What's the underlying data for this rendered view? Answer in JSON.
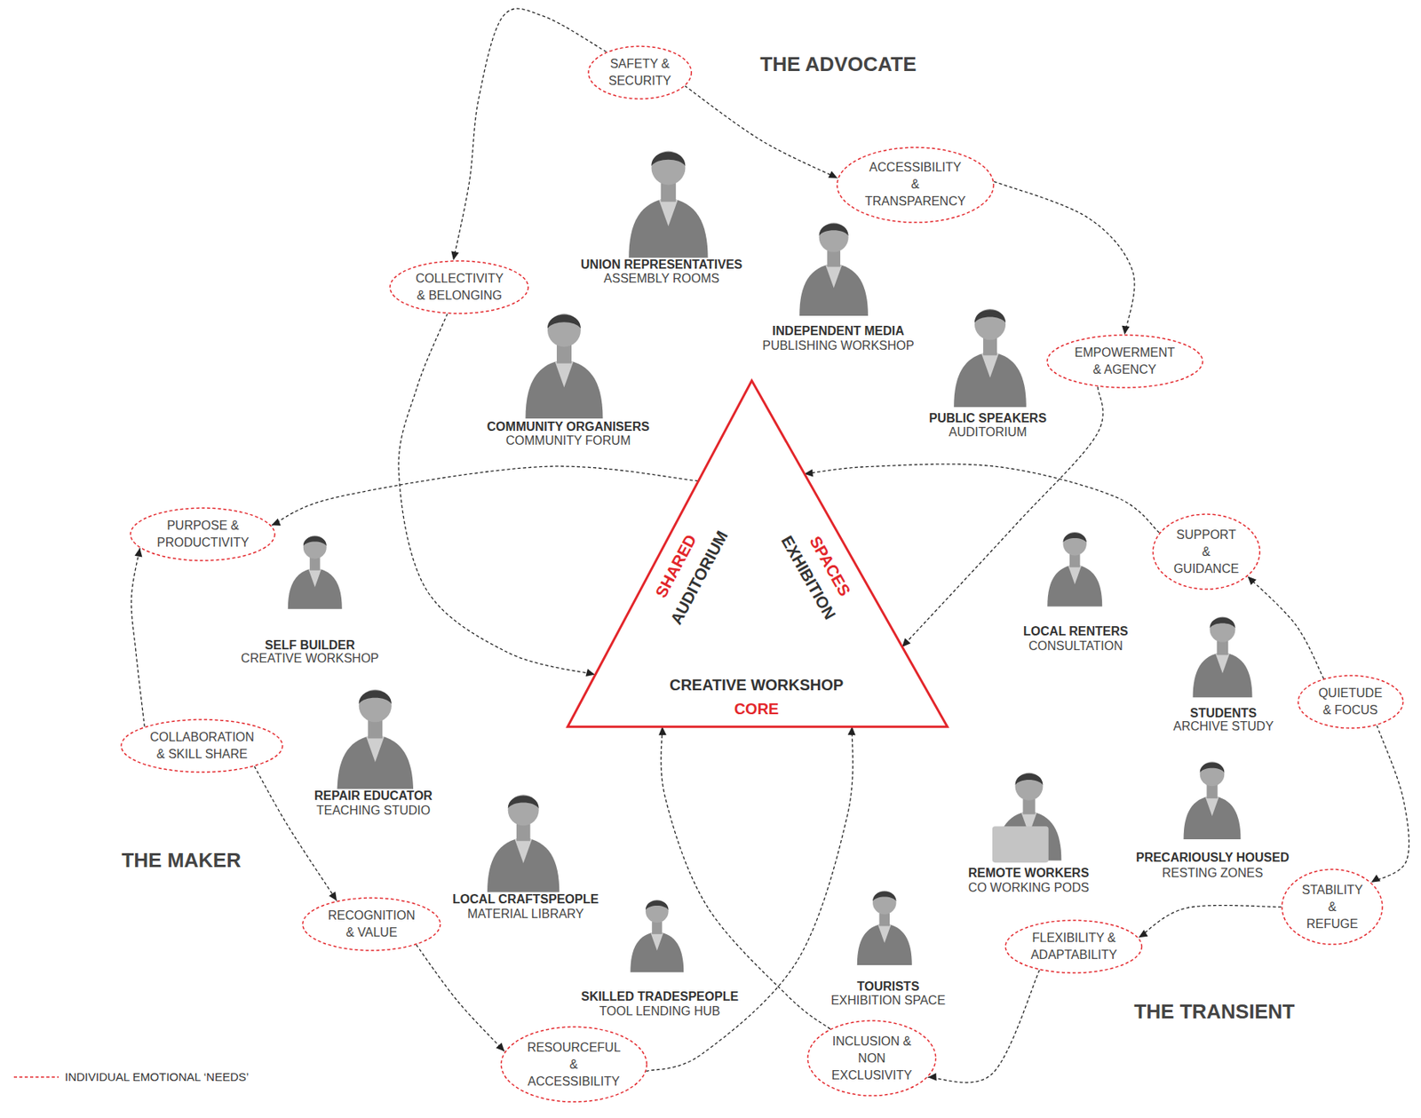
{
  "diagram": {
    "nodes": [
      {
        "text": [
          "SAFETY & SECURITY"
        ]
      },
      {
        "text": [
          "ACCESSIBILITY & TRANSPARENCY"
        ]
      },
      {
        "text": [
          "COLLECTIVITY & BELONGING"
        ]
      },
      {
        "text": [
          "EMPOWERMENT & AGENCY"
        ]
      },
      {
        "text": [
          "PURPOSE & PRODUCTIVITY"
        ]
      },
      {
        "text": [
          "SUPPORT & GUIDANCE"
        ]
      },
      {
        "text": [
          "SHARED",
          "AUDITORIUM",
          "SPACES",
          "EXHIBITION",
          "CREATIVE WORKSHOP",
          "CORE"
        ]
      },
      {
        "text": [
          "QUIETUDE & FOCUS"
        ]
      },
      {
        "text": [
          "COLLABORATION & SKILL SHARE"
        ]
      },
      {
        "text": [
          "STABILITY & REFUGE"
        ]
      },
      {
        "text": [
          "RECOGNITION & VALUE"
        ]
      },
      {
        "text": [
          "FLEXIBILITY & ADAPTABILITY"
        ]
      },
      {
        "text": [
          "RESOURCEFUL & ACCESSIBILITY"
        ]
      },
      {
        "text": [
          "INCLUSION & NON EXCLUSIVITY"
        ]
      }
    ],
    "edges": [
      {
        "from": 0,
        "to": 2,
        "arrow": "to"
      },
      {
        "from": 0,
        "to": 1,
        "arrow": "to"
      },
      {
        "from": 1,
        "to": 3,
        "arrow": "to"
      },
      {
        "from": 3,
        "to": 6,
        "arrow": "to"
      },
      {
        "from": 2,
        "to": 6,
        "arrow": "to"
      },
      {
        "from": 6,
        "to": 4,
        "arrow": "to"
      },
      {
        "from": 8,
        "to": 4,
        "arrow": "to"
      },
      {
        "from": 8,
        "to": 10,
        "arrow": "to"
      },
      {
        "from": 10,
        "to": 12,
        "arrow": "to"
      },
      {
        "from": 12,
        "to": 6,
        "arrow": "to"
      },
      {
        "from": 5,
        "to": 6,
        "arrow": "to"
      },
      {
        "from": 7,
        "to": 5,
        "arrow": "to"
      },
      {
        "from": 7,
        "to": 9,
        "arrow": "to"
      },
      {
        "from": 9,
        "to": 11,
        "arrow": "to"
      },
      {
        "from": 11,
        "to": 13,
        "arrow": "to"
      },
      {
        "from": 13,
        "to": 6,
        "arrow": "to"
      }
    ],
    "labels": [
      "THE ADVOCATE",
      "UNION REPRESENTATIVES",
      "ASSEMBLY ROOMS",
      "INDEPENDENT MEDIA",
      "PUBLISHING WORKSHOP",
      "COMMUNITY ORGANISERS",
      "COMMUNITY FORUM",
      "PUBLIC SPEAKERS",
      "AUDITORIUM",
      "SELF BUILDER",
      "CREATIVE WORKSHOP",
      "LOCAL RENTERS",
      "CONSULTATION",
      "STUDENTS",
      "ARCHIVE STUDY",
      "REPAIR EDUCATOR",
      "TEACHING STUDIO",
      "PRECARIOUSLY HOUSED",
      "RESTING ZONES",
      "THE MAKER",
      "REMOTE WORKERS",
      "CO WORKING PODS",
      "LOCAL CRAFTSPEOPLE",
      "MATERIAL LIBRARY",
      "SKILLED TRADESPEOPLE",
      "TOOL LENDING HUB",
      "TOURISTS",
      "EXHIBITION SPACE",
      "THE TRANSIENT"
    ],
    "legend": [
      {
        "text": "INDIVIDUAL EMOTIONAL ‘NEEDS’"
      }
    ]
  }
}
